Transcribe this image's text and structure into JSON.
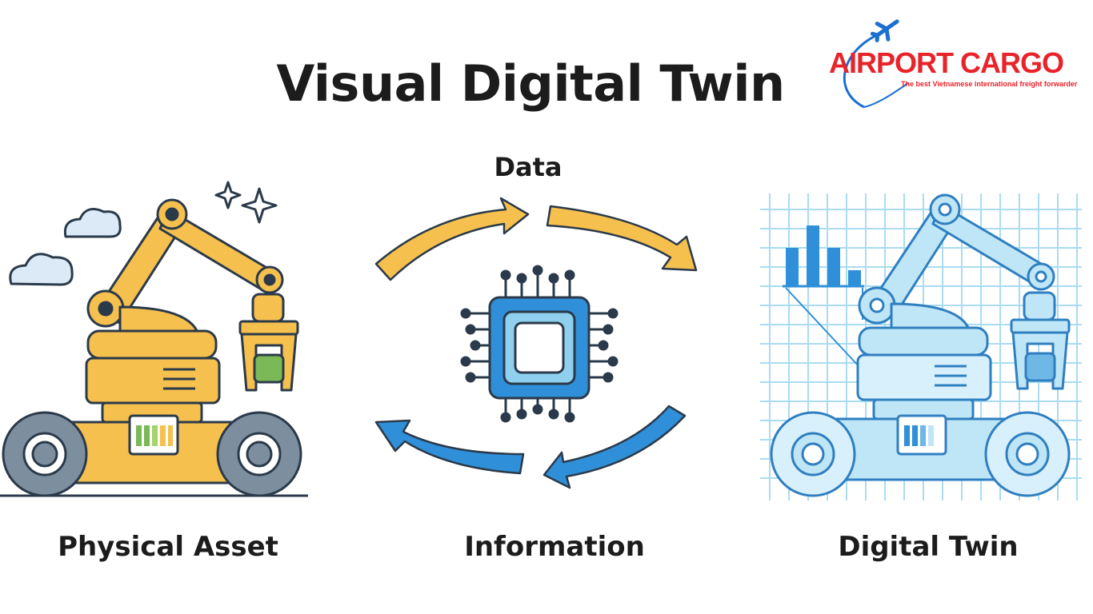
{
  "title": "Visual Digital Twin",
  "logo": {
    "name": "AIRPORT CARGO",
    "tagline": "The best Vietnamese international freight forwarder",
    "icon": "airplane-icon"
  },
  "labels": {
    "data": "Data",
    "physical_asset": "Physical Asset",
    "information": "Information",
    "digital_twin": "Digital Twin"
  },
  "colors": {
    "physical": "#f6c04e",
    "twin": "#8fd0ee",
    "arrow_top": "#f6c04e",
    "arrow_bottom": "#2f8fd8",
    "logo_red": "#e8232a",
    "logo_blue": "#1a6fd1",
    "outline": "#2b3a4a"
  }
}
